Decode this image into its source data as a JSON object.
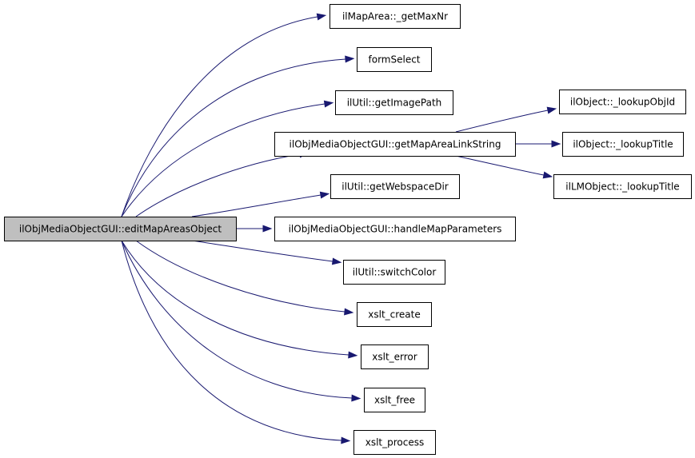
{
  "diagram": {
    "type": "call-graph",
    "edge_color": "#191970",
    "root_fill": "#bfbfbf",
    "nodes": [
      {
        "id": "root",
        "label": "ilObjMediaObjectGUI::editMapAreasObject",
        "root": true
      },
      {
        "id": "n1",
        "label": "ilMapArea::_getMaxNr"
      },
      {
        "id": "n2",
        "label": "formSelect"
      },
      {
        "id": "n3",
        "label": "ilUtil::getImagePath"
      },
      {
        "id": "n4",
        "label": "ilObjMediaObjectGUI::getMapAreaLinkString"
      },
      {
        "id": "n5",
        "label": "ilUtil::getWebspaceDir"
      },
      {
        "id": "n6",
        "label": "ilObjMediaObjectGUI::handleMapParameters"
      },
      {
        "id": "n7",
        "label": "ilUtil::switchColor"
      },
      {
        "id": "n8",
        "label": "xslt_create"
      },
      {
        "id": "n9",
        "label": "xslt_error"
      },
      {
        "id": "n10",
        "label": "xslt_free"
      },
      {
        "id": "n11",
        "label": "xslt_process"
      },
      {
        "id": "n12",
        "label": "ilObject::_lookupObjId"
      },
      {
        "id": "n13",
        "label": "ilObject::_lookupTitle"
      },
      {
        "id": "n14",
        "label": "ilLMObject::_lookupTitle"
      }
    ],
    "edges": [
      {
        "from": "root",
        "to": "n1"
      },
      {
        "from": "root",
        "to": "n2"
      },
      {
        "from": "root",
        "to": "n3"
      },
      {
        "from": "root",
        "to": "n4"
      },
      {
        "from": "root",
        "to": "n5"
      },
      {
        "from": "root",
        "to": "n6"
      },
      {
        "from": "root",
        "to": "n7"
      },
      {
        "from": "root",
        "to": "n8"
      },
      {
        "from": "root",
        "to": "n9"
      },
      {
        "from": "root",
        "to": "n10"
      },
      {
        "from": "root",
        "to": "n11"
      },
      {
        "from": "n4",
        "to": "n12"
      },
      {
        "from": "n4",
        "to": "n13"
      },
      {
        "from": "n4",
        "to": "n14"
      }
    ]
  }
}
